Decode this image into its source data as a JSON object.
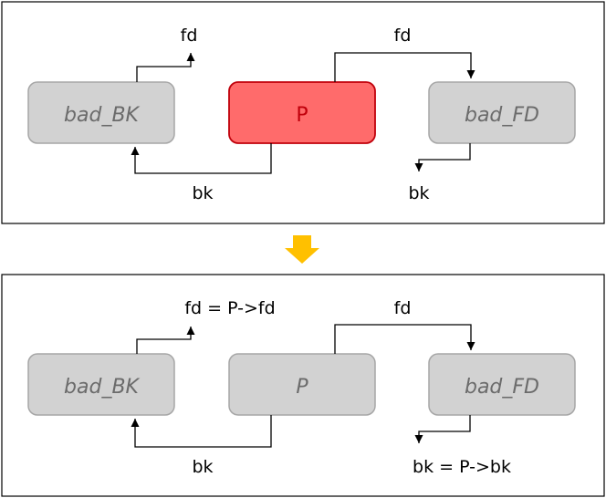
{
  "colors": {
    "frame_border": "#000000",
    "node_fill": "#d2d2d2",
    "node_border": "#a6a6a6",
    "node_text": "#6b6b6b",
    "highlight_fill": "#ff6b6b",
    "highlight_border": "#c0000b",
    "highlight_text": "#c0000b",
    "arrow": "#000000",
    "transition_arrow": "#ffc000"
  },
  "icons": {
    "transition": "down-arrow-icon"
  },
  "before": {
    "bad_bk": "bad_BK",
    "p": "P",
    "bad_fd": "bad_FD",
    "fd_left": "fd",
    "fd_right": "fd",
    "bk_left": "bk",
    "bk_right": "bk"
  },
  "after": {
    "bad_bk": "bad_BK",
    "p": "P",
    "bad_fd": "bad_FD",
    "fd_left": "fd = P->fd",
    "fd_right": "fd",
    "bk_left": "bk",
    "bk_right": "bk = P->bk"
  }
}
